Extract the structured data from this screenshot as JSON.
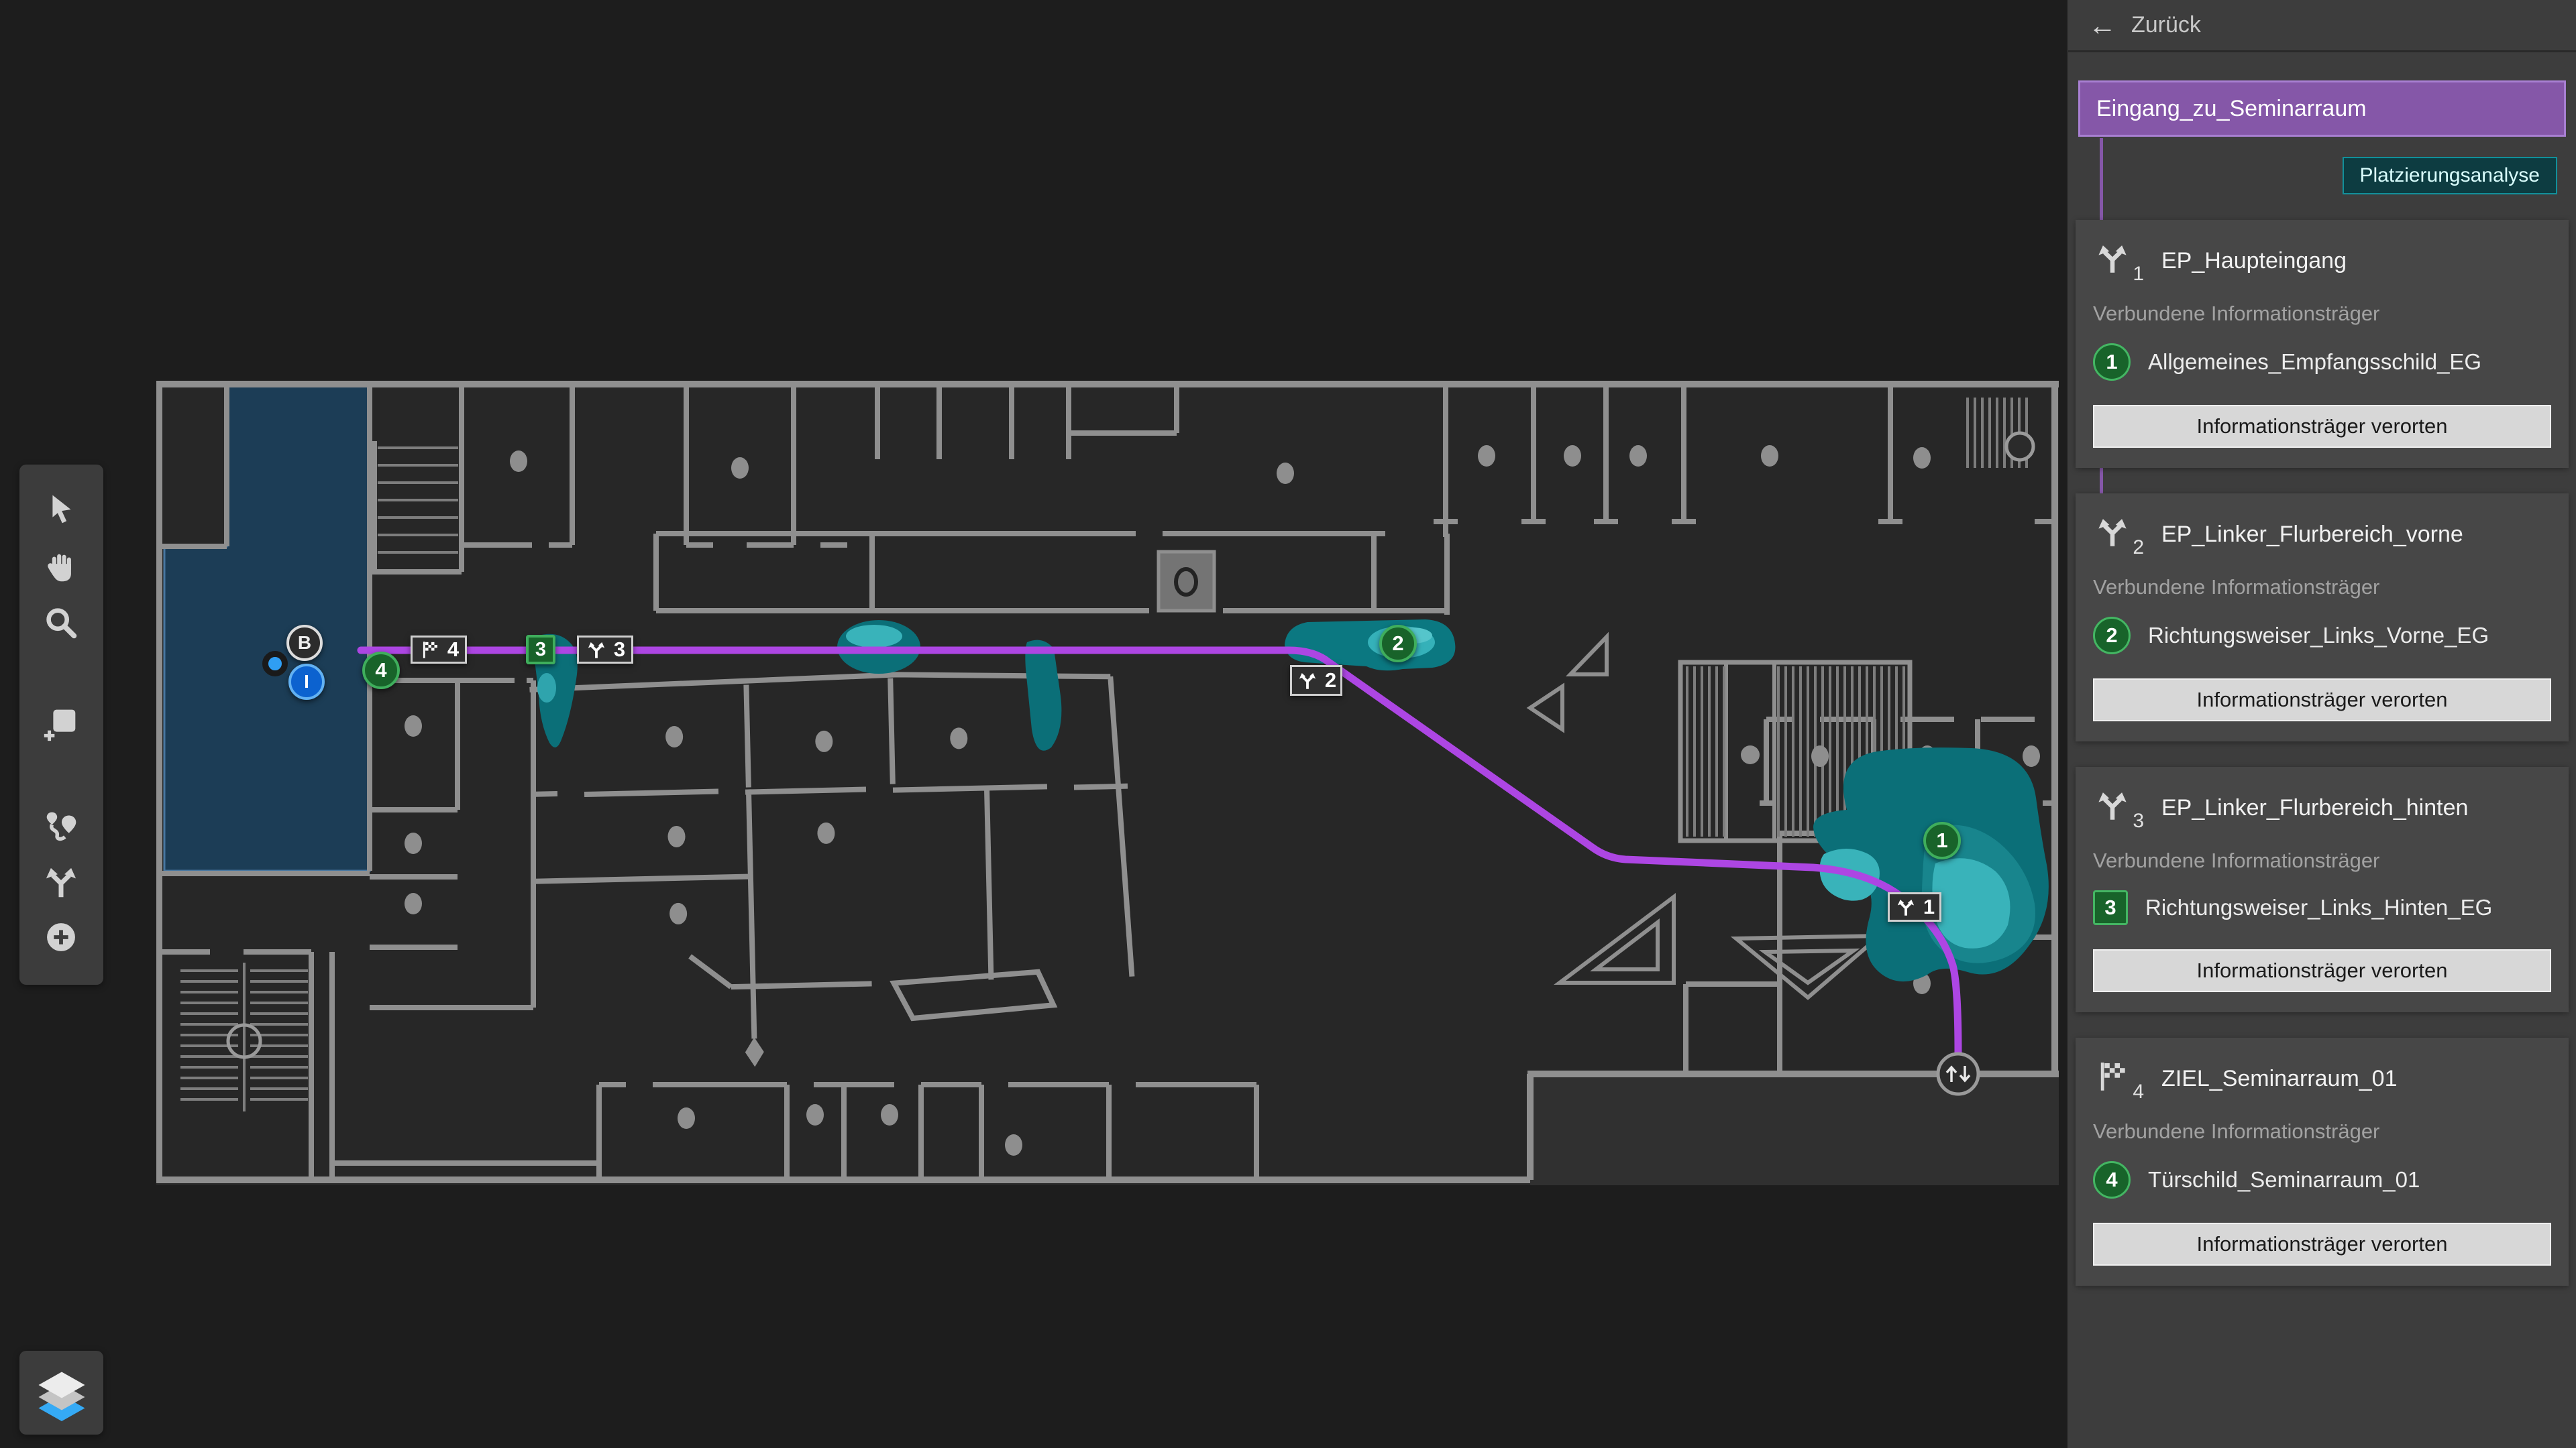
{
  "topbar": {
    "back_label": "Zurück"
  },
  "route_panel": {
    "title": "Eingang_zu_Seminarraum",
    "analysis_button": "Platzierungsanalyse",
    "connected_label": "Verbundene Informationsträger",
    "locate_button": "Informationsträger verorten",
    "waypoints": [
      {
        "num": "1",
        "icon": "fork-icon",
        "title": "EP_Haupteingang",
        "badge": "1",
        "carrier": "Allgemeines_Empfangsschild_EG"
      },
      {
        "num": "2",
        "icon": "fork-icon",
        "title": "EP_Linker_Flurbereich_vorne",
        "badge": "2",
        "carrier": "Richtungsweiser_Links_Vorne_EG"
      },
      {
        "num": "3",
        "icon": "fork-icon",
        "title": "EP_Linker_Flurbereich_hinten",
        "badge": "3",
        "carrier": "Richtungsweiser_Links_Hinten_EG"
      },
      {
        "num": "4",
        "icon": "finish-flag-icon",
        "title": "ZIEL_Seminarraum_01",
        "badge": "4",
        "carrier": "Türschild_Seminarraum_01"
      }
    ]
  },
  "map_markers": {
    "building_badge": "B",
    "info_badge": "I",
    "carrier_badge_4": "4",
    "waypoint_label_4": "4",
    "carrier_badge_3": "3",
    "waypoint_label_3": "3",
    "waypoint_label_2": "2",
    "carrier_badge_2": "2",
    "carrier_badge_1": "1",
    "waypoint_label_1": "1"
  },
  "toolbar_tools": [
    "select",
    "pan",
    "zoom",
    "area-select",
    "route",
    "fork",
    "add"
  ],
  "colors": {
    "route": "#ad46e3",
    "heat_outer": "#0b6f78",
    "heat_mid": "#18858d",
    "heat_light": "#39b3ba",
    "selected_room": "#1c3e58",
    "accent_purple": "#8557a8",
    "badge_green": "#18632a",
    "badge_green_border": "#3fae5c",
    "wall": "#8f8f8f"
  }
}
